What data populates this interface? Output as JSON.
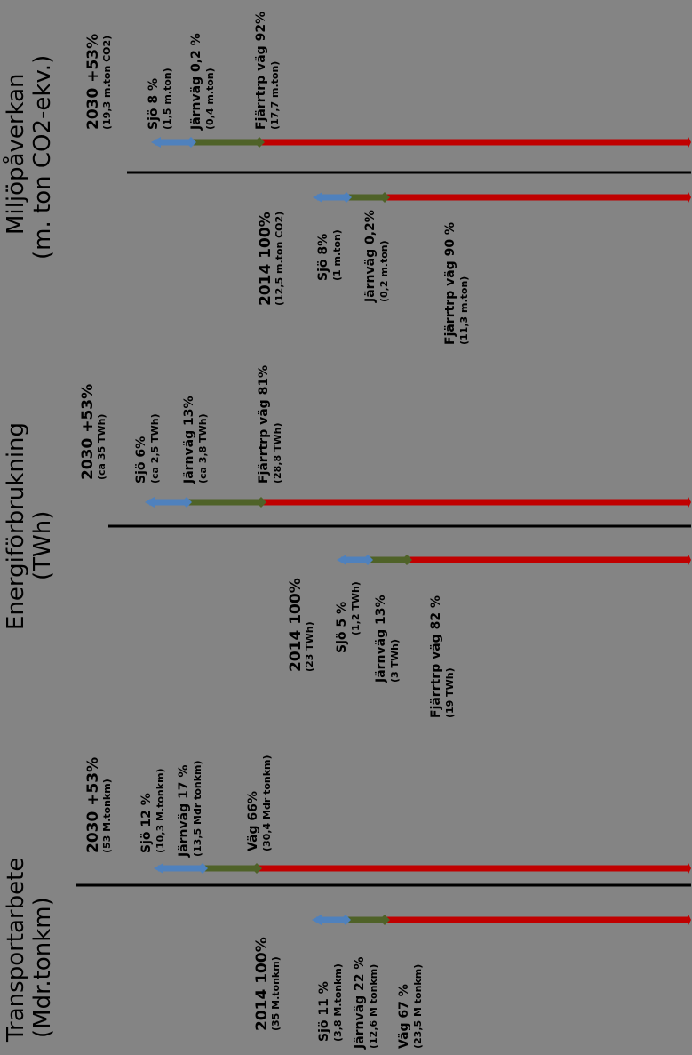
{
  "colors": {
    "background": "#848484",
    "sjo": "#4f81bd",
    "jarnvag": "#4f6228",
    "vag": "#c00000",
    "divider": "#000000"
  },
  "panels": [
    {
      "title_line1": "Transportarbete",
      "title_line2": "(Mdr.tonkm)",
      "y2014": {
        "year": "2014 100%",
        "detail": "(35 M.tonkm)"
      },
      "s2014": {
        "label": "Sjö 11 %",
        "detail": "(3,8 M.tonkm)"
      },
      "j2014": {
        "label": "Järnväg 22 %",
        "detail": "(12,6 M tonkm)"
      },
      "v2014": {
        "label": "Väg 67 %",
        "detail": "(23,5 M tonkm)"
      },
      "y2030": {
        "year": "2030 +53%",
        "detail": "(53 M.tonkm)"
      },
      "s2030": {
        "label": "Sjö 12 %",
        "detail": "(10,3 M.tonkm)"
      },
      "j2030": {
        "label": "Järnväg 17 %",
        "detail": "(13,5 Mdr tonkm)"
      },
      "v2030": {
        "label": "Väg 66%",
        "detail": "(30,4 Mdr tonkm)"
      }
    },
    {
      "title_line1": "Energiförbrukning",
      "title_line2": "(TWh)",
      "y2014": {
        "year": "2014 100%",
        "detail": "(23 TWh)"
      },
      "s2014": {
        "label": "Sjö 5 %",
        "detail": "(1,2 TWh)"
      },
      "j2014": {
        "label": "Järnväg 13%",
        "detail": "(3 TWh)"
      },
      "v2014": {
        "label": "Fjärrtrp väg 82 %",
        "detail": "(19 TWh)"
      },
      "y2030": {
        "year": "2030 +53%",
        "detail": "(ca 35 TWh)"
      },
      "s2030": {
        "label": "Sjö 6%",
        "detail": "(ca 2,5 TWh)"
      },
      "j2030": {
        "label": "Järnväg 13%",
        "detail": "(ca 3,8 TWh)"
      },
      "v2030": {
        "label": "Fjärrtrp väg 81%",
        "detail": "(28,8 TWh)"
      }
    },
    {
      "title_line1": "Miljöpåverkan",
      "title_line2": "(m. ton CO2-ekv.)",
      "y2014": {
        "year": "2014 100%",
        "detail": "(12,5 m.ton CO2)"
      },
      "s2014": {
        "label": "Sjö 8%",
        "detail": "(1 m.ton)"
      },
      "j2014": {
        "label": "Järnväg 0,2%",
        "detail": "(0,2 m.ton)"
      },
      "v2014": {
        "label": "Fjärrtrp väg 90 %",
        "detail": "(11,3 m.ton)"
      },
      "y2030": {
        "year": "2030 +53%",
        "detail": "(19,3 m.ton CO2)"
      },
      "s2030": {
        "label": "Sjö 8 %",
        "detail": "(1,5 m.ton)"
      },
      "j2030": {
        "label": "Järnväg 0,2 %",
        "detail": "(0,4 m.ton)"
      },
      "v2030": {
        "label": "Fjärrtrp väg 92%",
        "detail": "(17,7 m.ton)"
      }
    }
  ]
}
